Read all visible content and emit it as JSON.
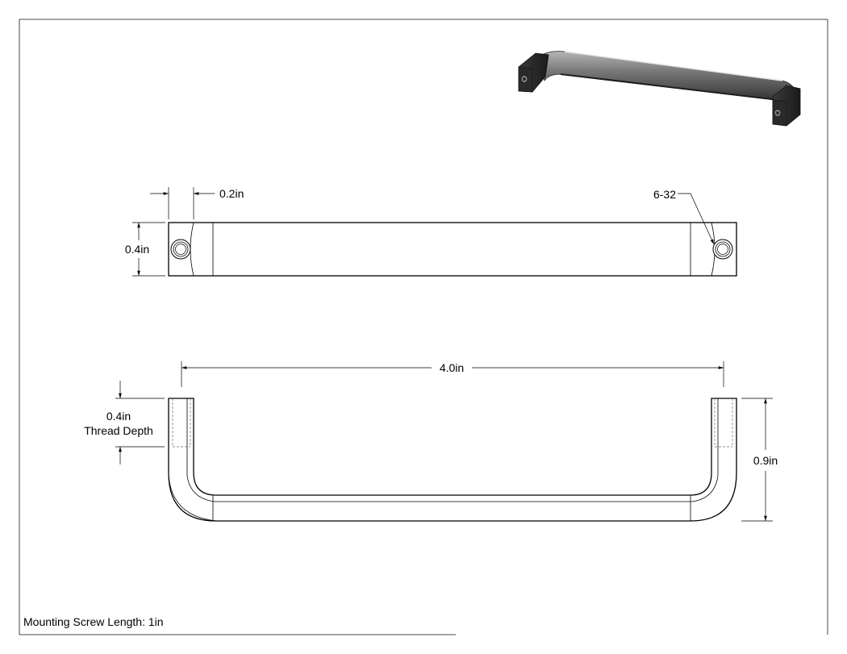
{
  "sheet": {
    "note": "Mounting Screw Length: 1in"
  },
  "top_view": {
    "end_width_label": "0.2in",
    "height_label": "0.4in",
    "thread_label": "6-32"
  },
  "front_view": {
    "length_label": "4.0in",
    "thread_depth_value": "0.4in",
    "thread_depth_caption": "Thread Depth",
    "height_label": "0.9in"
  }
}
